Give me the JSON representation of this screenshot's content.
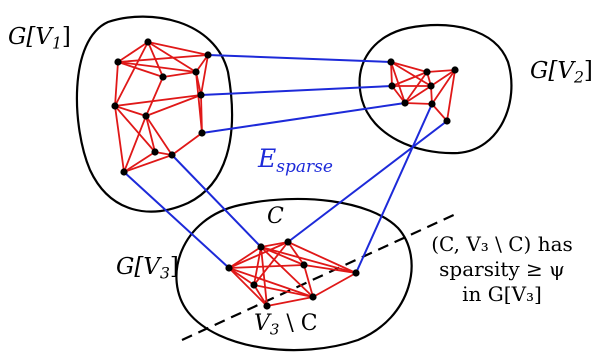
{
  "labels": {
    "g_v1": {
      "prefix": "G[V",
      "sub": "1",
      "suffix": "]"
    },
    "g_v2": {
      "prefix": "G[V",
      "sub": "2",
      "suffix": "]"
    },
    "g_v3": {
      "prefix": "G[V",
      "sub": "3",
      "suffix": "]"
    },
    "e_sparse": {
      "base": "E",
      "sub": "sparse"
    },
    "c": "C",
    "v3_minus_c": {
      "prefix": "V",
      "sub": "3",
      "suffix": " \\ C"
    }
  },
  "annotation": {
    "line1": "(C, V₃ \\ C) has",
    "line2": "sparsity ≥ ψ",
    "line3": "in G[V₃]"
  },
  "colors": {
    "intra_edge": "#e01818",
    "sparse_edge": "#1d2ad9",
    "node": "#000000",
    "region_outline": "#000000"
  }
}
